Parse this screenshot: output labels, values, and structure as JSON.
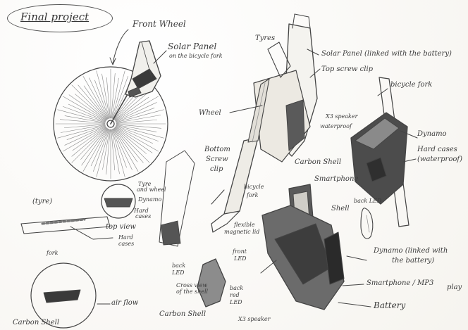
{
  "title": "Final project",
  "labels": {
    "front_wheel": "Front Wheel",
    "solar_panel_fork_1": "Solar Panel",
    "solar_panel_fork_2": "on the bicycle fork",
    "tyres": "Tyres",
    "solar_panel_linked": "Solar Panel (linked with the battery)",
    "top_screw_clip": "Top screw clip",
    "bicycle_fork_right": "bicycle fork",
    "wheel": "Wheel",
    "x3_speaker": "X3 speaker",
    "waterproof": "waterproof",
    "dynamo_right": "Dynamo",
    "hard_cases_right_1": "Hard cases",
    "hard_cases_right_2": "(waterproof)",
    "bottom_screw_clip_1": "Bottom",
    "bottom_screw_clip_2": "Screw",
    "bottom_screw_clip_3": "clip",
    "carbon_shell_mid": "Carbon Shell",
    "smartphone_mid": "Smartphone",
    "bicycle_fork_mid_1": "bicycle",
    "bicycle_fork_mid_2": "fork",
    "tyre_and_wheel_1": "Tyre",
    "tyre_and_wheel_2": "and wheel",
    "dynamo_left": "Dynamo",
    "hard_cases_left_1": "Hard",
    "hard_cases_left_2": "cases",
    "tyre_paren": "(tyre)",
    "top_view": "top view",
    "hard_cases_left2_1": "Hard",
    "hard_cases_left2_2": "cases",
    "fork_left": "fork",
    "shell": "Shell",
    "back_led_top": "back LED",
    "flexible_lid_1": "flexible",
    "flexible_lid_2": "magnetic lid",
    "dynamo_linked_1": "Dynamo (linked with",
    "dynamo_linked_2": "the battery)",
    "front_led_1": "front",
    "front_led_2": "LED",
    "back_led_left_1": "back",
    "back_led_left_2": "LED",
    "cross_view_1": "Cross view",
    "cross_view_2": "of the shell",
    "back_red_led_1": "back",
    "back_red_led_2": "red",
    "back_red_led_3": "LED",
    "smartphone_mp3_1": "Smartphone / MP3",
    "smartphone_mp3_2": "play",
    "battery": "Battery",
    "air_flow": "air flow",
    "carbon_shell_bottom_left": "Carbon Shell",
    "carbon_shell_bottom_mid": "Carbon Shell",
    "x3_speaker_bottom": "X3 speaker"
  }
}
